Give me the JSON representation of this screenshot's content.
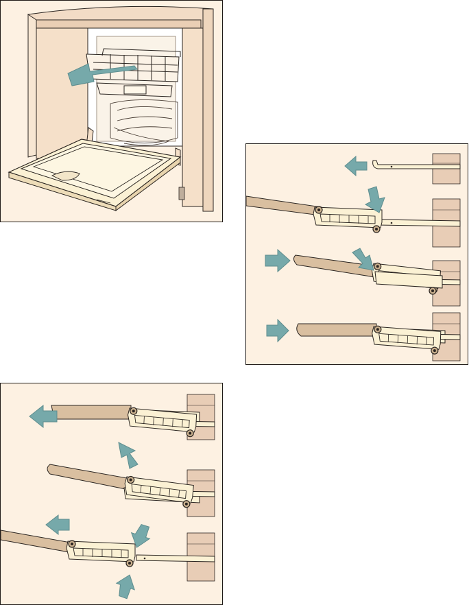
{
  "document": {
    "kind": "instruction-manual-illustrations",
    "figures": [
      {
        "id": "fig-basket-removal",
        "depicts": [
          "open-dishwasher",
          "upper-basket",
          "pull-arrow"
        ]
      },
      {
        "id": "fig-rail-insertion",
        "depicts": [
          "rail",
          "basket-roller-clip",
          "push-arrows"
        ]
      },
      {
        "id": "fig-rail-removal",
        "depicts": [
          "rail",
          "basket-roller-clip",
          "pull-arrows"
        ]
      }
    ]
  },
  "colors": {
    "panel_bg": "#fdf1e2",
    "arrow": "#76a9aa",
    "arrow_stroke": "#5e8d8e",
    "rail_dark": "#d9bfa0",
    "rail_light": "#fbf1d4",
    "wall": "#e8cdb6",
    "outline": "#2a2420"
  },
  "icons": [
    "arrow-left-icon",
    "arrow-right-icon",
    "arrow-down-icon",
    "arrow-up-icon"
  ]
}
